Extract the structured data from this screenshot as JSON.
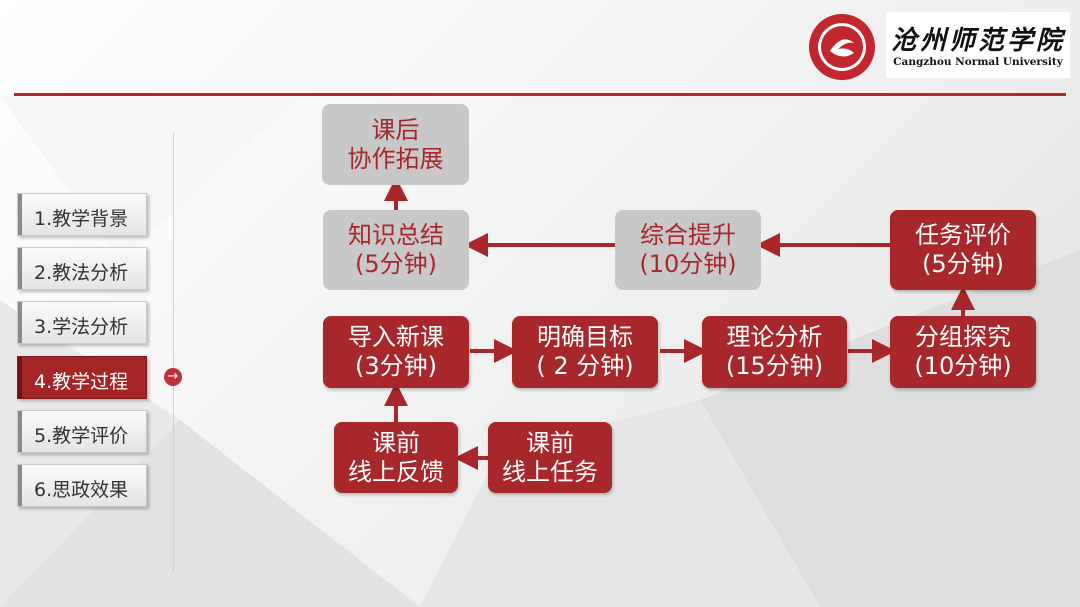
{
  "header": {
    "logo_cn": "沧州师范学院",
    "logo_en": "Cangzhou Normal University"
  },
  "nav": {
    "items": [
      {
        "label": "1.教学背景",
        "active": false
      },
      {
        "label": "2.教法分析",
        "active": false
      },
      {
        "label": "3.学法分析",
        "active": false
      },
      {
        "label": "4.教学过程",
        "active": true
      },
      {
        "label": "5.教学评价",
        "active": false
      },
      {
        "label": "6.思政效果",
        "active": false
      }
    ]
  },
  "flow": {
    "after_class": {
      "line1": "课后",
      "line2": "协作拓展"
    },
    "summary": {
      "line1": "知识总结",
      "line2": "(5分钟)"
    },
    "improve": {
      "line1": "综合提升",
      "line2": "(10分钟)"
    },
    "evaluate": {
      "line1": "任务评价",
      "line2": "(5分钟)"
    },
    "intro": {
      "line1": "导入新课",
      "line2": "(3分钟)"
    },
    "goal": {
      "line1": "明确目标",
      "line2": "( 2 分钟)"
    },
    "theory": {
      "line1": "理论分析",
      "line2": "(15分钟)"
    },
    "group": {
      "line1": "分组探究",
      "line2": "(10分钟)"
    },
    "feedback": {
      "line1": "课前",
      "line2": "线上反馈"
    },
    "task": {
      "line1": "课前",
      "line2": "线上任务"
    }
  },
  "colors": {
    "accent": "#a8272a",
    "gray_box": "#c8c8c8"
  }
}
